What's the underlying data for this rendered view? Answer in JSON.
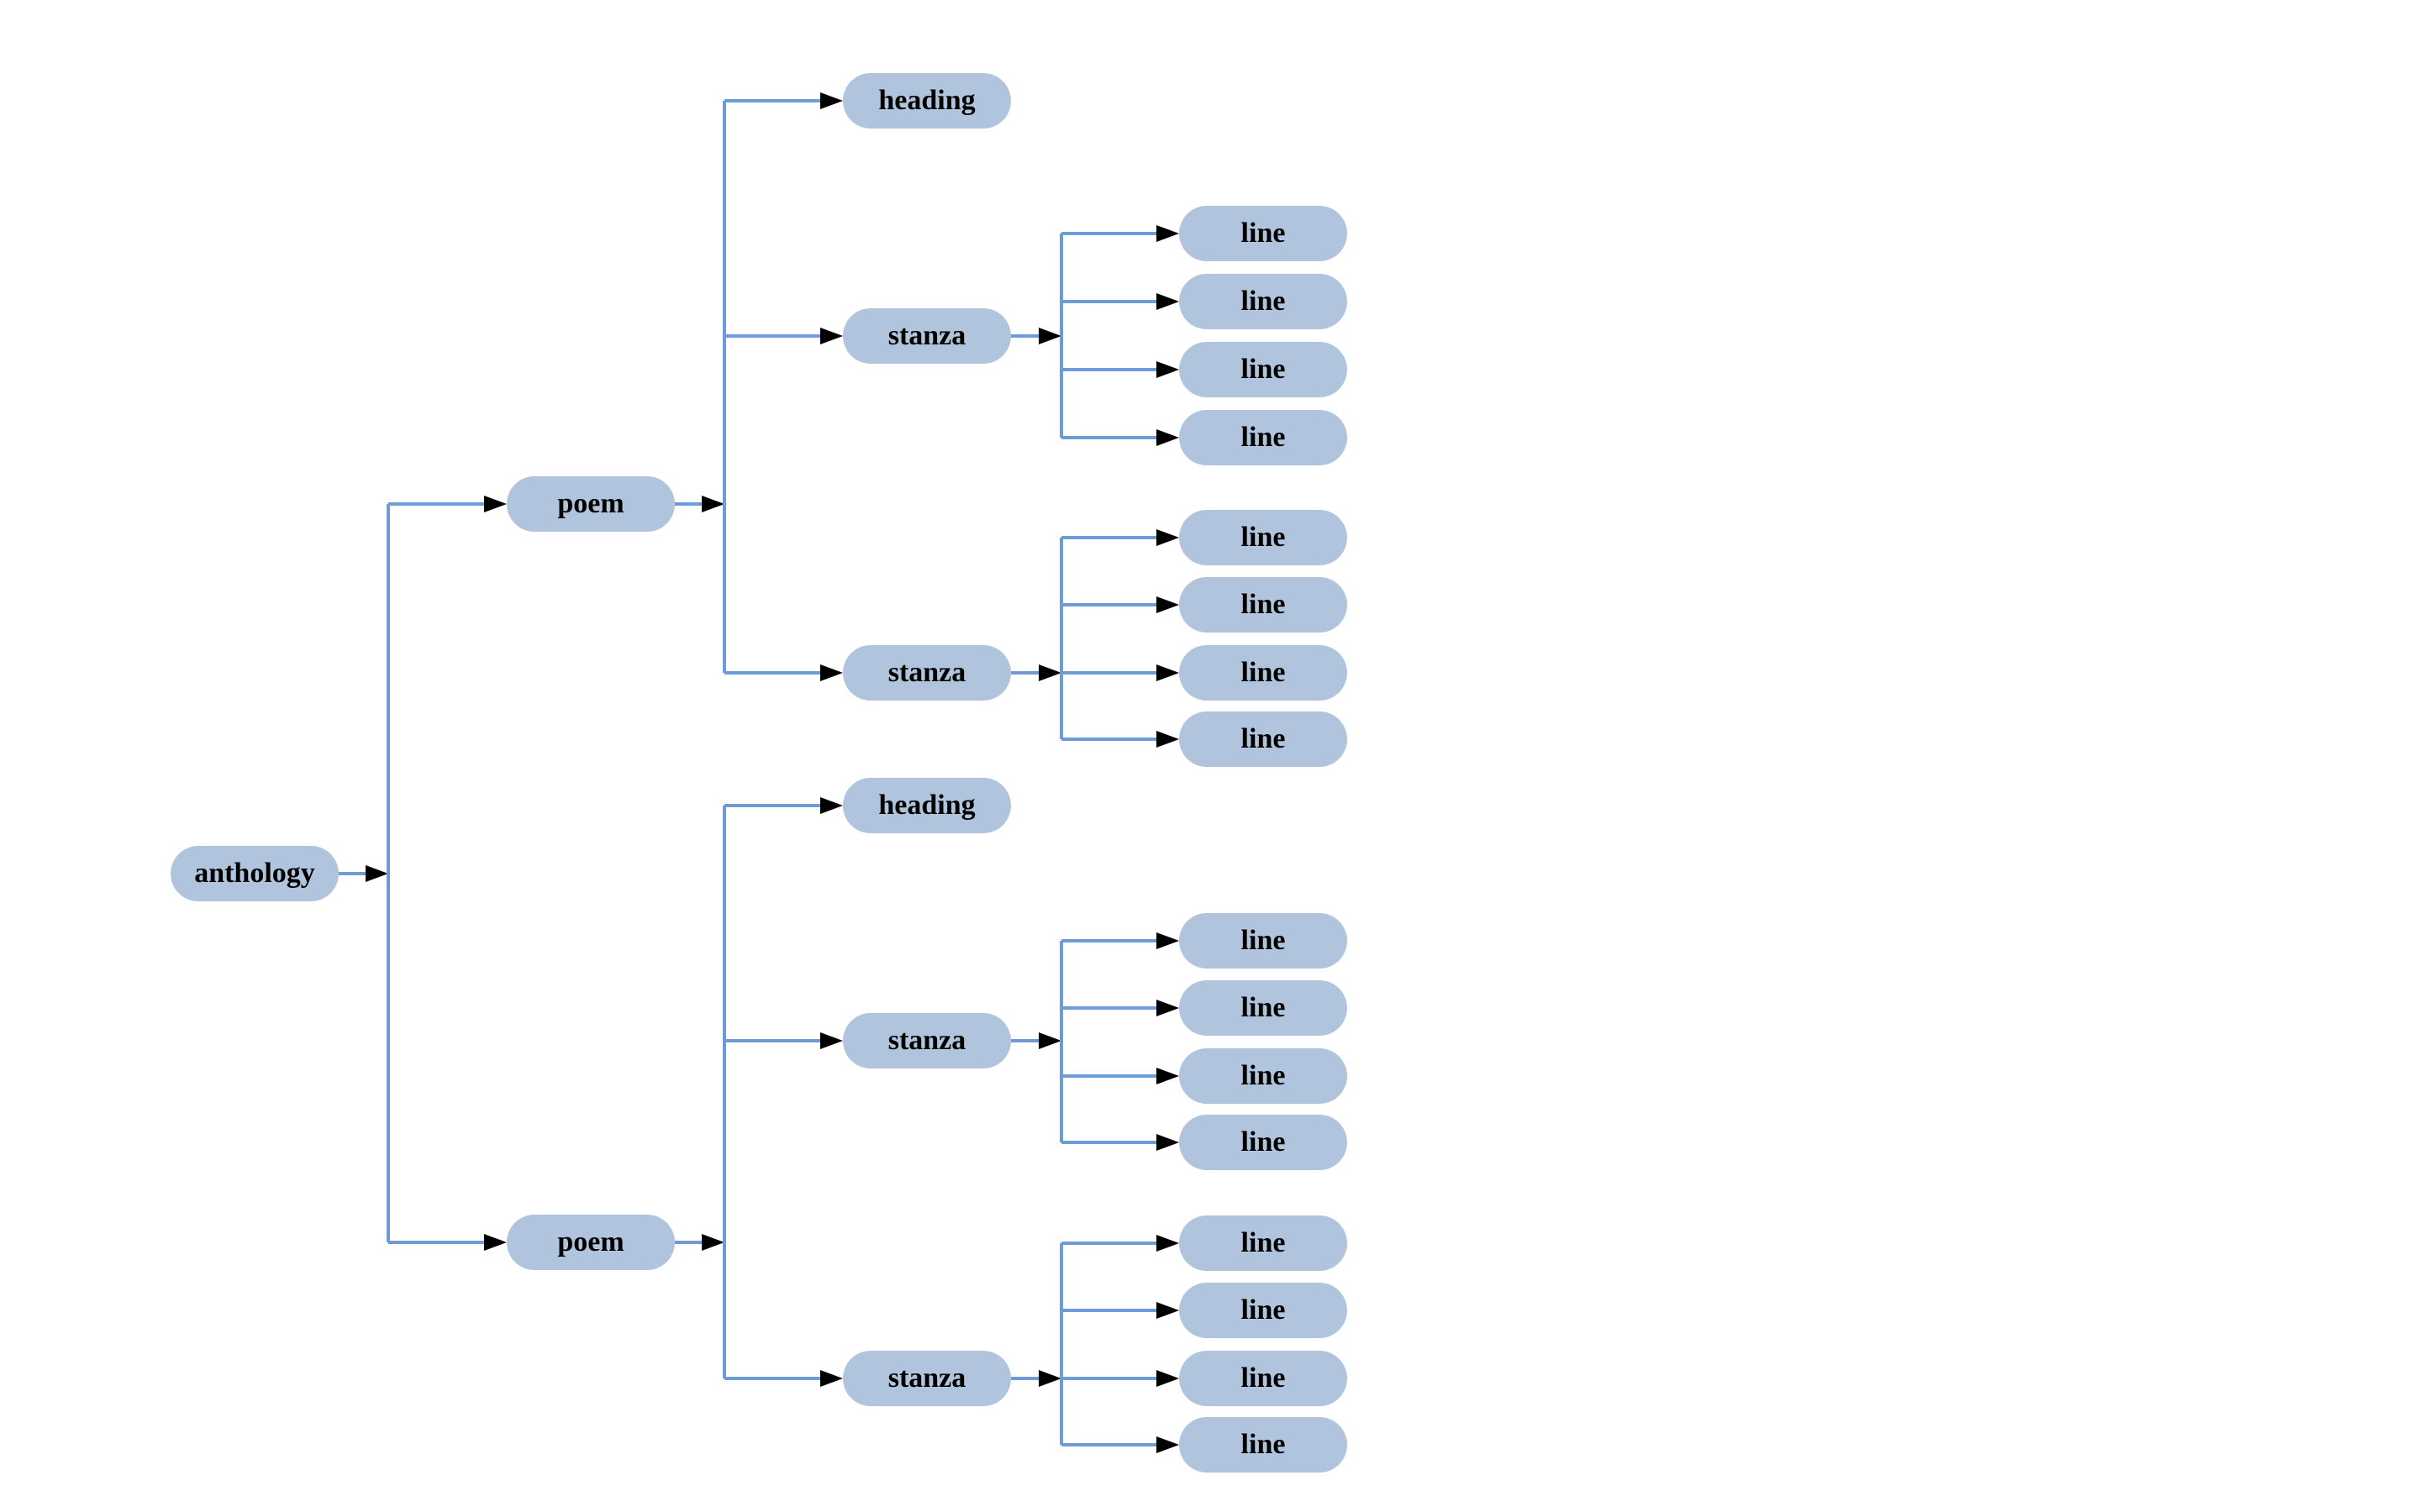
{
  "diagram": {
    "type": "tree",
    "background": "#ffffff",
    "node_fill": "#b0c4de",
    "edge_color": "#6e9ad5",
    "arrow_color": "#000000",
    "text_color": "#000000",
    "tree": {
      "root": {
        "label": "anthology",
        "children": [
          {
            "label": "poem",
            "children": [
              {
                "label": "heading"
              },
              {
                "label": "stanza",
                "children": [
                  {
                    "label": "line"
                  },
                  {
                    "label": "line"
                  },
                  {
                    "label": "line"
                  },
                  {
                    "label": "line"
                  }
                ]
              },
              {
                "label": "stanza",
                "children": [
                  {
                    "label": "line"
                  },
                  {
                    "label": "line"
                  },
                  {
                    "label": "line"
                  },
                  {
                    "label": "line"
                  }
                ]
              }
            ]
          },
          {
            "label": "poem",
            "children": [
              {
                "label": "heading"
              },
              {
                "label": "stanza",
                "children": [
                  {
                    "label": "line"
                  },
                  {
                    "label": "line"
                  },
                  {
                    "label": "line"
                  },
                  {
                    "label": "line"
                  }
                ]
              },
              {
                "label": "stanza",
                "children": [
                  {
                    "label": "line"
                  },
                  {
                    "label": "line"
                  },
                  {
                    "label": "line"
                  },
                  {
                    "label": "line"
                  }
                ]
              }
            ]
          }
        ]
      }
    }
  }
}
